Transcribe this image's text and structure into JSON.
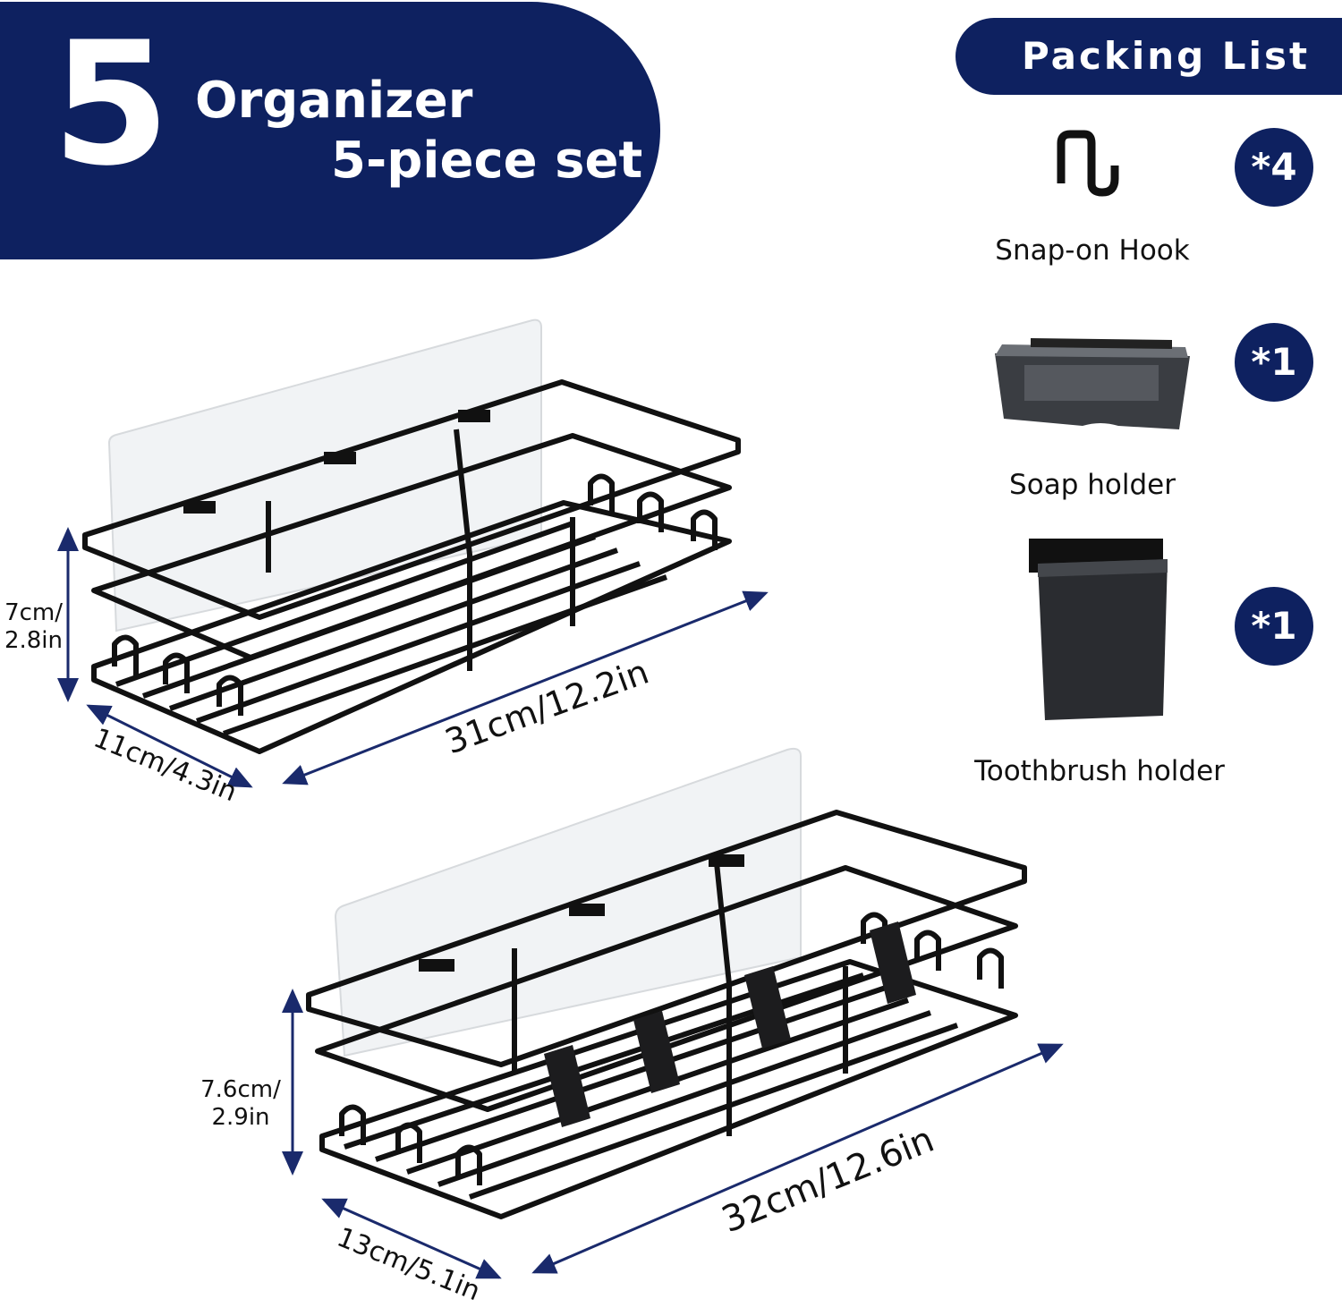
{
  "header": {
    "number": "5",
    "line1": "Organizer",
    "line2": "5-piece set"
  },
  "packing_list": {
    "title": "Packing List",
    "items": [
      {
        "label": "Snap-on Hook",
        "qty": "*4"
      },
      {
        "label": "Soap holder",
        "qty": "*1"
      },
      {
        "label": "Toothbrush holder",
        "qty": "*1"
      }
    ]
  },
  "baskets": [
    {
      "height_cm": "7cm/",
      "height_in": "2.8in",
      "depth": "11cm/4.3in",
      "length": "31cm/12.2in"
    },
    {
      "height_cm": "7.6cm/",
      "height_in": "2.9in",
      "depth": "13cm/5.1in",
      "length": "32cm/12.6in"
    }
  ],
  "colors": {
    "brand": "#0e2160",
    "arrow": "#1a2a6c"
  }
}
